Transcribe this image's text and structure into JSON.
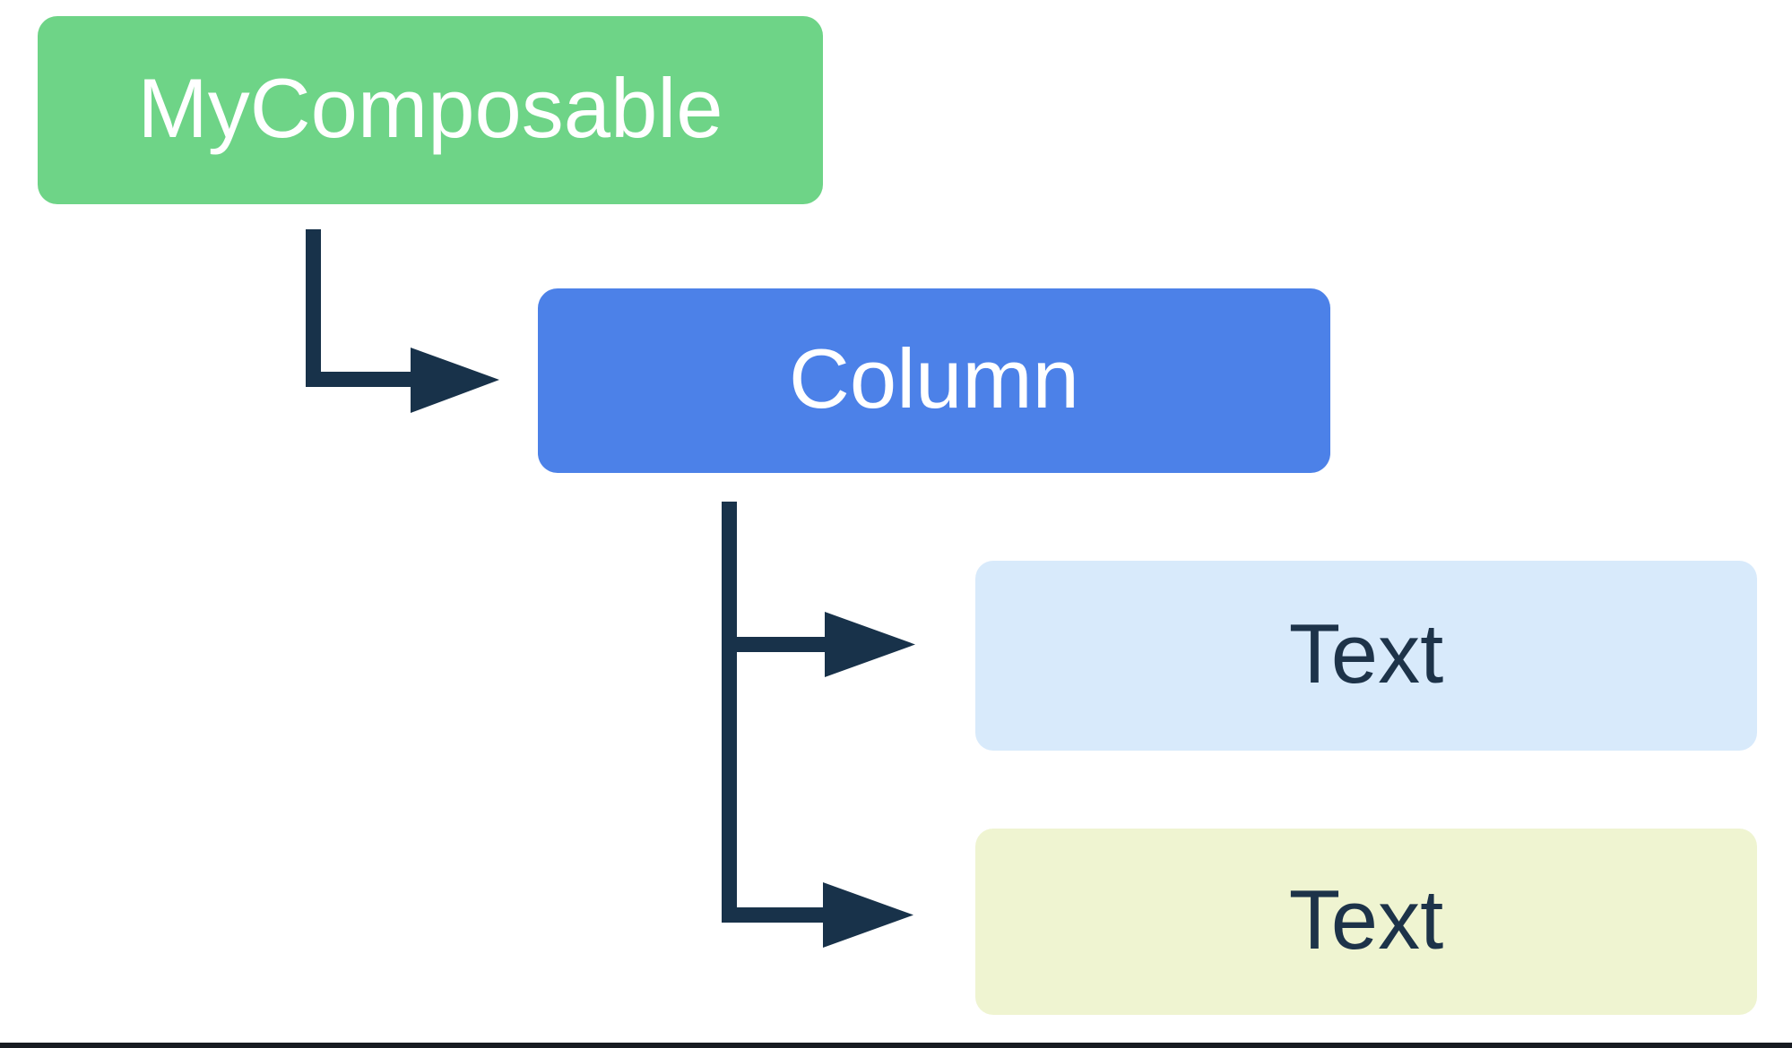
{
  "diagram": {
    "nodes": [
      {
        "id": "root",
        "label": "MyComposable",
        "bg": "#6ED487",
        "text_color": "#FFFFFF"
      },
      {
        "id": "column",
        "label": "Column",
        "bg": "#4C81E8",
        "text_color": "#FFFFFF"
      },
      {
        "id": "text1",
        "label": "Text",
        "bg": "#D8EAFB",
        "text_color": "#1D3349"
      },
      {
        "id": "text2",
        "label": "Text",
        "bg": "#EFF4D1",
        "text_color": "#1D3349"
      }
    ],
    "edges": [
      {
        "from": "MyComposable",
        "to": "Column"
      },
      {
        "from": "Column",
        "to": "Text"
      },
      {
        "from": "Column",
        "to": "Text"
      }
    ],
    "colors": {
      "arrow": "#18324A",
      "background": "#FFFFFF",
      "bottom_border": "#171B21"
    }
  }
}
